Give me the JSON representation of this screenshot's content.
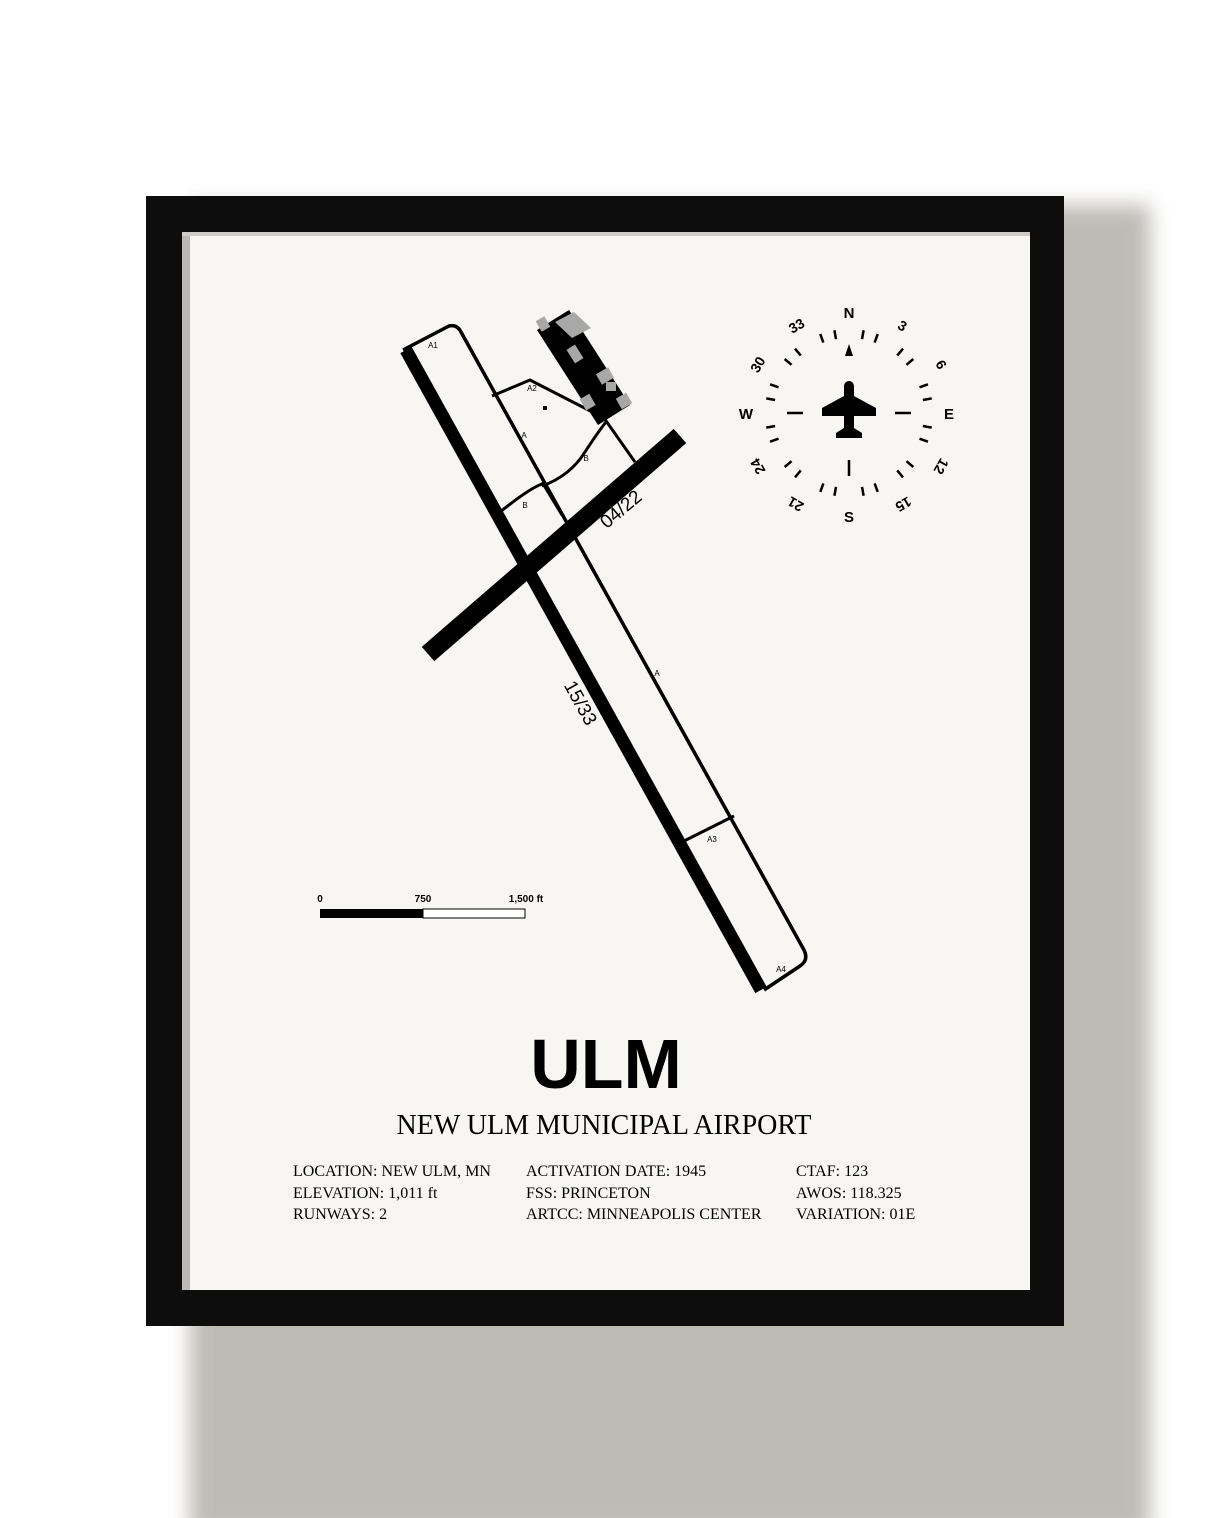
{
  "poster": {
    "code": "ULM",
    "name": "NEW ULM MUNICIPAL AIRPORT",
    "info": [
      [
        "LOCATION: NEW ULM, MN",
        "ELEVATION: 1,011 ft",
        "RUNWAYS: 2"
      ],
      [
        "ACTIVATION DATE: 1945",
        "FSS: PRINCETON",
        "ARTCC: MINNEAPOLIS CENTER"
      ],
      [
        "CTAF: 123",
        "AWOS: 118.325",
        "VARIATION: 01E"
      ]
    ]
  },
  "diagram": {
    "runways": {
      "main": "15/33",
      "cross": "04/22"
    },
    "taxiways": {
      "a1": "A1",
      "a2": "A2",
      "a3": "A3",
      "a4": "A4",
      "a_upper": "A",
      "a_lower": "A",
      "b_upper": "B",
      "b_lower": "B"
    }
  },
  "scale_bar": {
    "zero": "0",
    "mid": "750",
    "end": "1,500 ft"
  },
  "compass": {
    "cardinal": {
      "n": "N",
      "e": "E",
      "s": "S",
      "w": "W"
    },
    "headings": {
      "h3": "3",
      "h6": "6",
      "h12": "12",
      "h15": "15",
      "h21": "21",
      "h24": "24",
      "h30": "30",
      "h33": "33"
    }
  },
  "colors": {
    "frame": "#0d0d0d",
    "paper": "#f8f6f3",
    "ink": "#000000",
    "building": "#a8a8a8"
  }
}
